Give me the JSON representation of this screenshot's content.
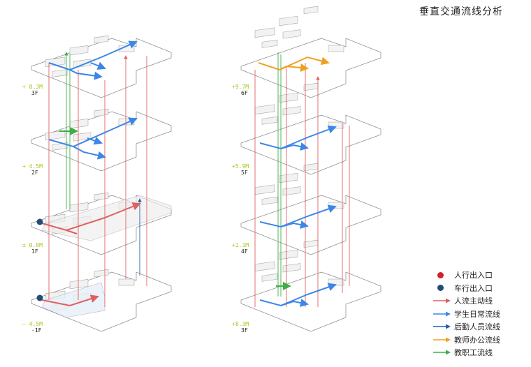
{
  "title": "垂直交通流线分析",
  "colors": {
    "person_entrance": "#d21f2b",
    "vehicle_entrance": "#1f4e79",
    "main_flow": "#e06060",
    "student_flow": "#3b86e8",
    "logistics_flow": "#1f5fb0",
    "teacher_office_flow": "#f0a020",
    "staff_flow": "#3fae49",
    "elevation_text": "#9ccc1e"
  },
  "legend": [
    {
      "label": "人行出入口",
      "symbol": "dot",
      "color": "#d21f2b"
    },
    {
      "label": "车行出入口",
      "symbol": "dot",
      "color": "#1f4e79"
    },
    {
      "label": "人流主动线",
      "symbol": "arrow",
      "color": "#e06060"
    },
    {
      "label": "学生日常流线",
      "symbol": "arrow",
      "color": "#3b86e8"
    },
    {
      "label": "后勤人员流线",
      "symbol": "arrow",
      "color": "#1f5fb0"
    },
    {
      "label": "教师办公流线",
      "symbol": "arrow",
      "color": "#f0a020"
    },
    {
      "label": "教职工流线",
      "symbol": "arrow",
      "color": "#3fae49"
    }
  ],
  "left_stack": {
    "levels": [
      {
        "elevation": "+ 8.3M",
        "floor": "3F"
      },
      {
        "elevation": "+ 4.5M",
        "floor": "2F"
      },
      {
        "elevation": "± 0.0M",
        "floor": "1F"
      },
      {
        "elevation": "— 4.5M",
        "floor": "-1F"
      }
    ]
  },
  "right_stack": {
    "levels": [
      {
        "elevation": "+9.7M",
        "floor": "6F"
      },
      {
        "elevation": "+5.9M",
        "floor": "5F"
      },
      {
        "elevation": "+2.1M",
        "floor": "4F"
      },
      {
        "elevation": "+8.3M",
        "floor": "3F"
      }
    ]
  }
}
